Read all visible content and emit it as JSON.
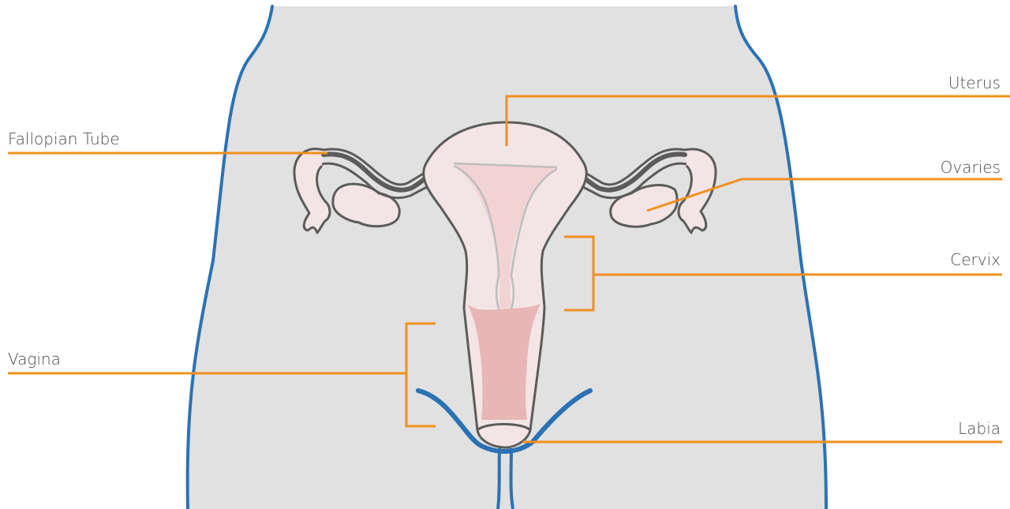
{
  "labels": {
    "uterus": "Uterus",
    "fallopian_tube": "Fallopian Tube",
    "ovaries": "Ovaries",
    "cervix": "Cervix",
    "vagina": "Vagina",
    "labia": "Labia"
  },
  "colors": {
    "body_fill": "#e1e1e1",
    "body_outline": "#2b72b5",
    "leader_line": "#f0901e",
    "organ_outline": "#5b5b5b",
    "uterus_fill": "#f3e5e5",
    "cavity_fill": "#f2d3d3",
    "vaginal_canal_fill": "#e8b6b6",
    "label_text": "#4a4a4a"
  }
}
